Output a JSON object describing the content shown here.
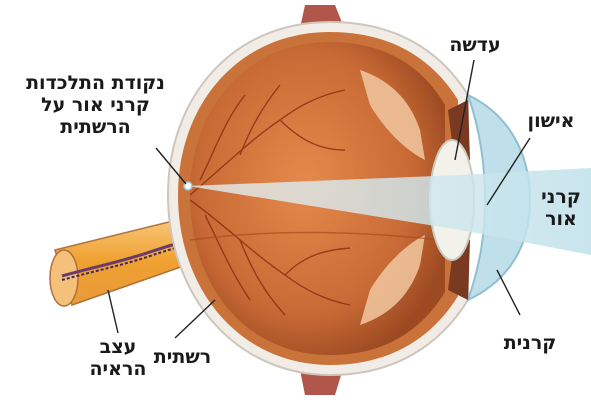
{
  "labels": {
    "focal_point": [
      "נקודת התלכדות",
      "קרני אור על",
      "הרשתית"
    ],
    "lens": "עדשה",
    "pupil": "אישון",
    "light_rays": [
      "קרני",
      "אור"
    ],
    "cornea": "קרנית",
    "retina": "רשתית",
    "optic_nerve": [
      "עצב",
      "הראיה"
    ]
  },
  "colors": {
    "sclera": "#f1ece6",
    "choroid": "#c9733a",
    "vitreous": "#c86a35",
    "vitreous_dark": "#9d4a22",
    "retina_vessel": "#8a2c12",
    "lens": "#f2f2ea",
    "cornea": "#bfe0ea",
    "light_beam": "#d4ecf2",
    "muscle": "#b0564a",
    "nerve": "#f0a030"
  }
}
